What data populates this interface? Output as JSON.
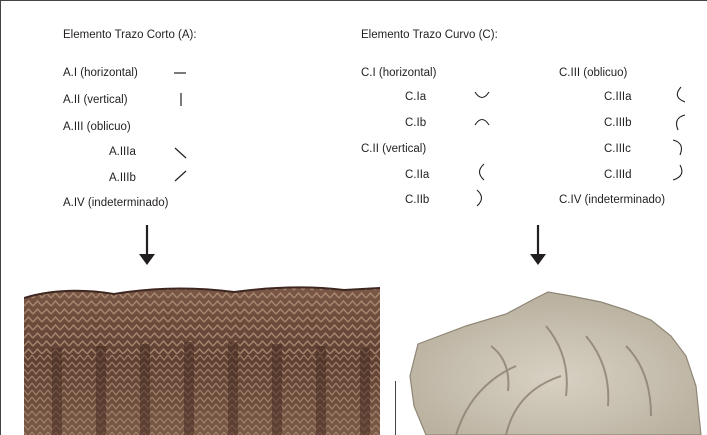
{
  "left_panel": {
    "heading": "Elemento Trazo Corto (A):",
    "rows": [
      {
        "label": "A.I (horizontal)"
      },
      {
        "label": "A.II (vertical)"
      },
      {
        "label": "A.III (oblicuo)"
      },
      {
        "label": "A.IIIa"
      },
      {
        "label": "A.IIIb"
      },
      {
        "label": "A.IV (indeterminado)"
      }
    ]
  },
  "right_panel": {
    "heading": "Elemento Trazo Curvo (C):",
    "col1": [
      {
        "label": "C.I (horizontal)"
      },
      {
        "label": "C.Ia"
      },
      {
        "label": "C.Ib"
      },
      {
        "label": "C.II (vertical)"
      },
      {
        "label": "C.IIa"
      },
      {
        "label": "C.IIb"
      }
    ],
    "col2": [
      {
        "label": "C.III (oblicuo)"
      },
      {
        "label": "C.IIIa"
      },
      {
        "label": "C.IIIb"
      },
      {
        "label": "C.IIIc"
      },
      {
        "label": "C.IIId"
      },
      {
        "label": "C.IV (indeterminado)"
      }
    ]
  },
  "colors": {
    "text": "#231f20",
    "frame": "#444444",
    "sherd_dark": "#6b4a3c",
    "sherd_light": "#a88b74",
    "stone": "#c9c1b2"
  }
}
